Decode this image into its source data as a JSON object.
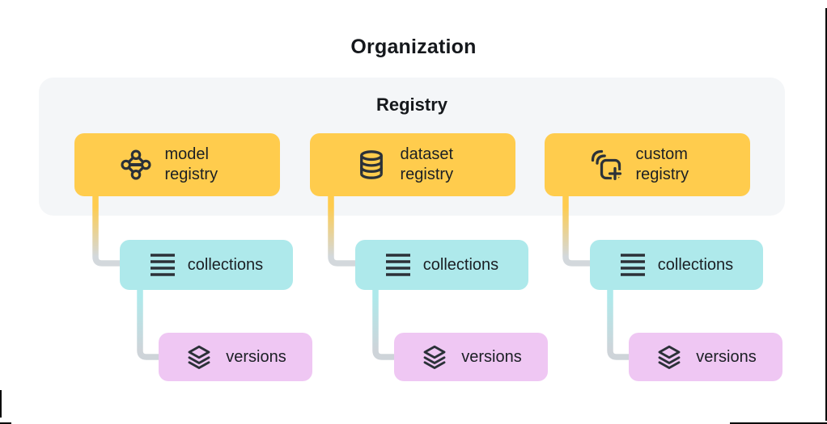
{
  "title": "Organization",
  "registry_group": {
    "label": "Registry"
  },
  "columns": [
    {
      "registry_label": "model registry",
      "registry_icon": "model-graph-icon",
      "collections_label": "collections",
      "collections_icon": "list-lines-icon",
      "versions_label": "versions",
      "versions_icon": "layers-icon"
    },
    {
      "registry_label": "dataset registry",
      "registry_icon": "database-icon",
      "collections_label": "collections",
      "collections_icon": "list-lines-icon",
      "versions_label": "versions",
      "versions_icon": "layers-icon"
    },
    {
      "registry_label": "custom registry",
      "registry_icon": "copy-plus-icon",
      "collections_label": "collections",
      "collections_icon": "list-lines-icon",
      "versions_label": "versions",
      "versions_icon": "layers-icon"
    }
  ],
  "colors": {
    "registry_box": "#ffcc4d",
    "collections_box": "#aee9eb",
    "versions_box": "#efc7f3",
    "group_background": "#f4f6f8",
    "icon_ink": "#2b3138",
    "text_ink": "#1b1f24",
    "connector_gray": "#d3d8dc"
  }
}
